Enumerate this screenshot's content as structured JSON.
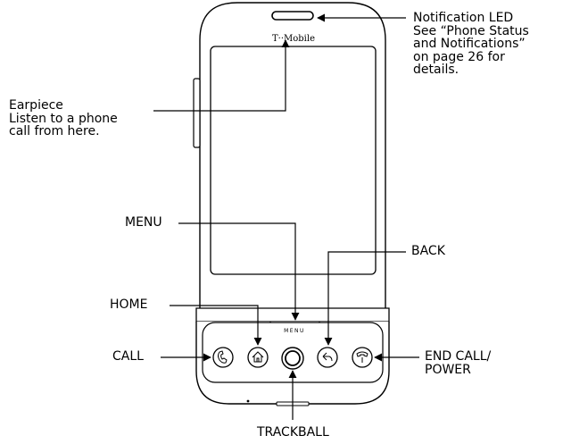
{
  "phone": {
    "carrier_logo": "T··Mobile",
    "menu_key_label": "MENU"
  },
  "callouts": {
    "notification_led": {
      "lines": [
        "Notification LED",
        "See “Phone Status",
        "and Notifications”",
        "on page 26 for",
        "details."
      ]
    },
    "earpiece": {
      "lines": [
        "Earpiece",
        "Listen to a phone",
        "call from here."
      ]
    },
    "menu": {
      "label": "MENU"
    },
    "back": {
      "label": "BACK"
    },
    "home": {
      "label": "HOME"
    },
    "call": {
      "label": "CALL"
    },
    "end_call": {
      "lines": [
        "END CALL/",
        "POWER"
      ]
    },
    "trackball": {
      "label": "TRACKBALL"
    }
  },
  "icons": {
    "call_button": "phone-icon",
    "home_button": "house-icon",
    "trackball": "trackball-icon",
    "back_button": "back-arrow-icon",
    "end_call_button": "hang-up-phone-icon"
  },
  "colors": {
    "outline": "#000000",
    "background": "#ffffff"
  }
}
